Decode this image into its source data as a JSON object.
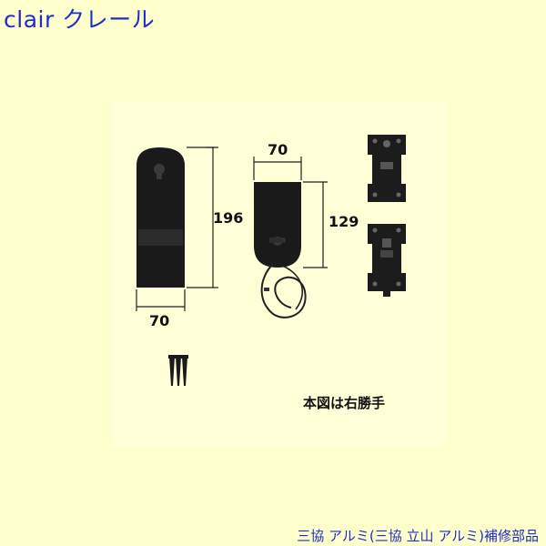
{
  "header": {
    "brand": "clair クレール"
  },
  "diagram": {
    "dim_left_height": "196",
    "dim_left_width": "70",
    "dim_mid_width": "70",
    "dim_mid_height": "129",
    "note": "本図は右勝手"
  },
  "footer": {
    "text": "三協 アルミ(三協 立山 アルミ)補修部品"
  }
}
